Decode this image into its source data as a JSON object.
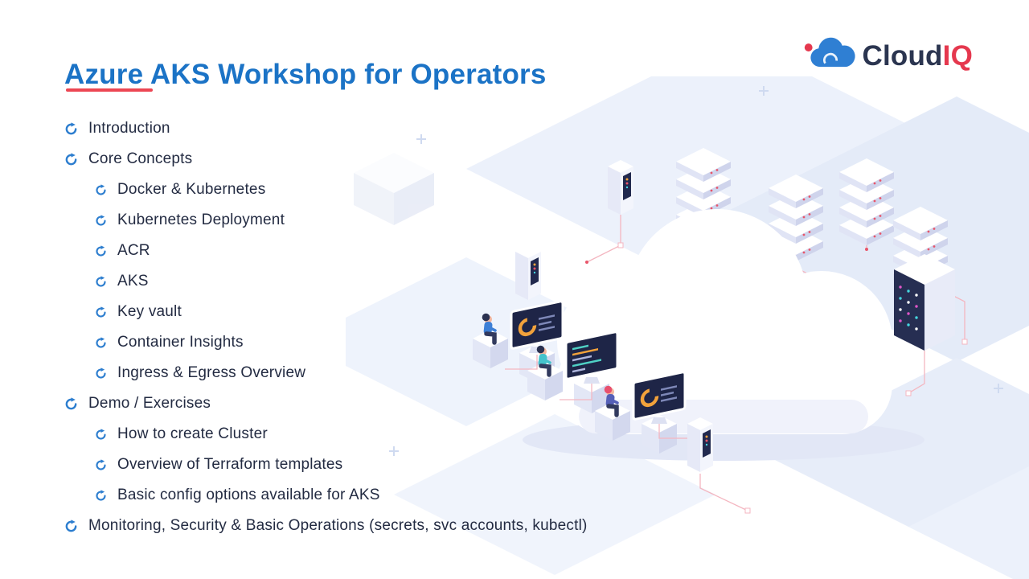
{
  "slide": {
    "title": "Azure AKS Workshop for Operators",
    "logo": {
      "primary": "Cloud",
      "accent": "IQ"
    },
    "agenda": {
      "items": [
        {
          "level": 1,
          "label": "Introduction"
        },
        {
          "level": 1,
          "label": "Core Concepts"
        },
        {
          "level": 2,
          "label": "Docker & Kubernetes"
        },
        {
          "level": 2,
          "label": "Kubernetes Deployment"
        },
        {
          "level": 2,
          "label": "ACR"
        },
        {
          "level": 2,
          "label": "AKS"
        },
        {
          "level": 2,
          "label": "Key vault"
        },
        {
          "level": 2,
          "label": "Container Insights"
        },
        {
          "level": 2,
          "label": "Ingress & Egress Overview"
        },
        {
          "level": 1,
          "label": "Demo / Exercises"
        },
        {
          "level": 2,
          "label": "How to create Cluster"
        },
        {
          "level": 2,
          "label": "Overview of Terraform templates"
        },
        {
          "level": 2,
          "label": "Basic config options available for AKS"
        },
        {
          "level": 1,
          "label": "Monitoring, Security & Basic Operations (secrets, svc accounts, kubectl)"
        }
      ]
    },
    "colors": {
      "title_blue": "#1b73c6",
      "accent_red": "#ec4653",
      "text_dark": "#232b42",
      "bullet_blue": "#2d7ecf",
      "logo_navy": "#2b3550",
      "logo_red": "#e5384e",
      "illustration_bg": "#e9effa",
      "screen_navy": "#1e2547",
      "chart_orange": "#f2a23b"
    }
  }
}
